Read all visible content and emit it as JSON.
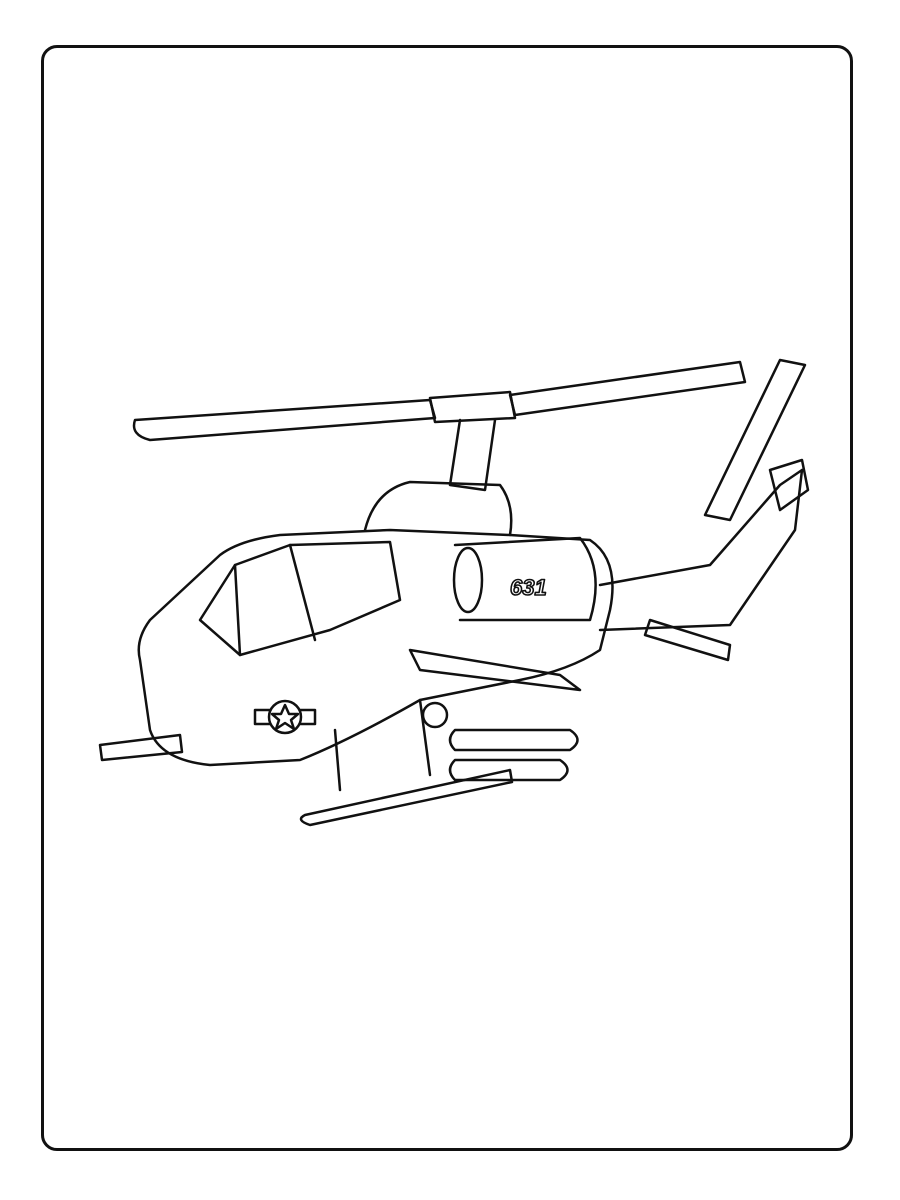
{
  "page": {
    "type": "coloring-page",
    "subject": "Attack helicopter line drawing",
    "border_color": "#111111",
    "background_color": "#ffffff"
  },
  "illustration": {
    "fuselage_number": "631",
    "insignia": "star-roundel-insignia",
    "parts": [
      "main-rotor",
      "tail-rotor",
      "cockpit-canopy",
      "nose-gun",
      "engine-intake",
      "rocket-pods",
      "landing-skids",
      "tail-boom"
    ]
  }
}
